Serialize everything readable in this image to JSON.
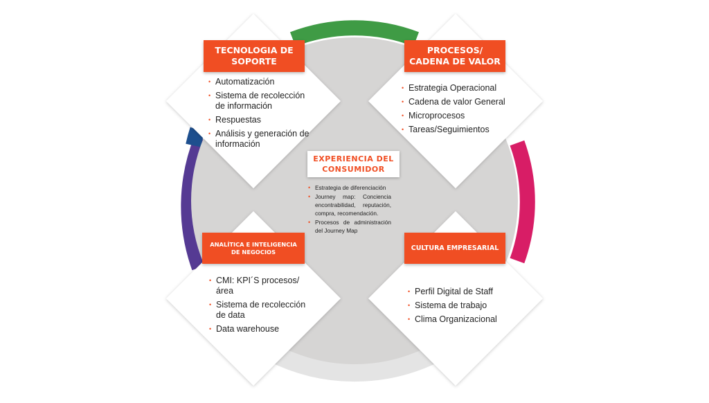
{
  "colors": {
    "accent": "#f04e23",
    "arc_top": "#3f9b45",
    "arc_left": "#553a93",
    "arc_left_top": "#1e4f8e",
    "arc_right": "#d81d66",
    "arc_bottom": "#e4e4e4",
    "hub_gray": "#d6d5d4"
  },
  "center": {
    "title_line1": "EXPERIENCIA DEL",
    "title_line2": "CONSUMIDOR",
    "items": [
      "Estrategia de diferenciación",
      "Journey map: Conciencia encontrabilidad, reputación, compra, recomendación.",
      "Procesos de administración del Journey Map"
    ]
  },
  "top_left": {
    "title_line1": "TECNOLOGIA DE",
    "title_line2": "SOPORTE",
    "items": [
      "Automatización",
      "Sistema de recolección de información",
      "Respuestas",
      "Análisis y generación de información"
    ]
  },
  "top_right": {
    "title_line1": "PROCESOS/",
    "title_line2": "CADENA DE VALOR",
    "items": [
      "Estrategia Operacional",
      "Cadena de valor General",
      "Microprocesos",
      "Tareas/Seguimientos"
    ]
  },
  "bottom_left": {
    "title_line1": "ANALÍTICA E INTELIGENCIA",
    "title_line2": "DE NEGOCIOS",
    "items": [
      "CMI: KPI´S procesos/área",
      "Sistema de recolección de data",
      "Data warehouse"
    ]
  },
  "bottom_right": {
    "title_line1": "CULTURA EMPRESARIAL",
    "items": [
      "Perfil Digital de Staff",
      "Sistema de trabajo",
      "Clima Organizacional"
    ]
  }
}
